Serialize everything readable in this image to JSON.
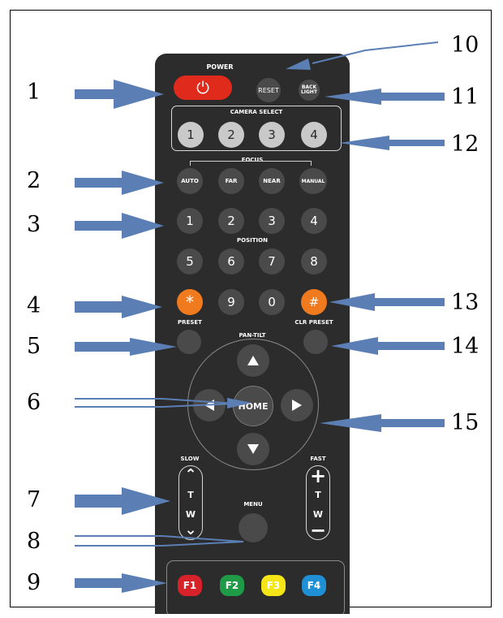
{
  "remote": {
    "power_label": "POWER",
    "power_symbol": "⏻",
    "reset_label": "RESET",
    "backlight_label": "BACK\nLIGHT",
    "camera_select_label": "CAMERA SELECT",
    "camera_buttons": [
      "1",
      "2",
      "3",
      "4"
    ],
    "focus_label": "FOCUS",
    "focus_buttons": [
      "AUTO",
      "FAR",
      "NEAR",
      "MANUAL"
    ],
    "position_label": "POSITION",
    "number_row1": [
      "1",
      "2",
      "3",
      "4"
    ],
    "number_row2": [
      "5",
      "6",
      "7",
      "8"
    ],
    "star_label": "*",
    "number_row3": [
      "9",
      "0"
    ],
    "hash_label": "#",
    "preset_label": "PRESET",
    "clr_preset_label": "CLR PRESET",
    "pan_tilt_label": "PAN-TILT",
    "home_label": "HOME",
    "slow_label": "SLOW",
    "fast_label": "FAST",
    "rocker_left_t": "T",
    "rocker_left_w": "W",
    "rocker_right_t": "T",
    "rocker_right_w": "W",
    "menu_label": "MENU",
    "function_buttons": [
      "F1",
      "F2",
      "F3",
      "F4"
    ]
  },
  "colors": {
    "power": "#e02a1c",
    "orange": "#f07a1e",
    "f1": "#d8222a",
    "f2": "#1f9a46",
    "f3": "#f3e516",
    "f4": "#1f8fd6",
    "arrow": "#5b7fb4"
  },
  "callouts": [
    "1",
    "2",
    "3",
    "4",
    "5",
    "6",
    "7",
    "8",
    "9",
    "10",
    "11",
    "12",
    "13",
    "14",
    "15"
  ]
}
